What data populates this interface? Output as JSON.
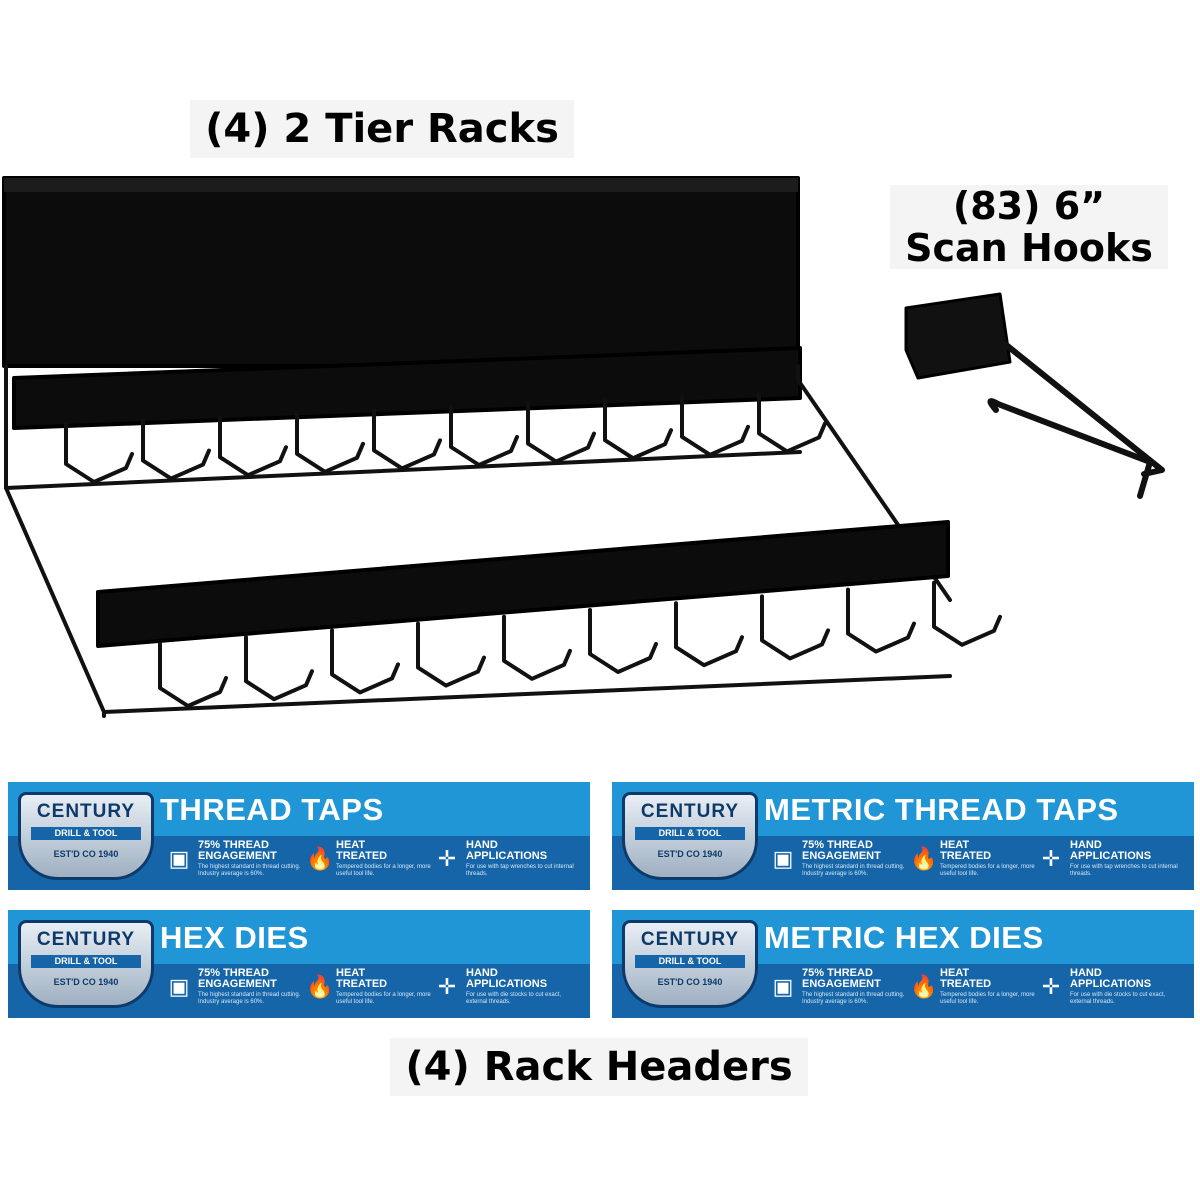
{
  "captions": {
    "racks": "(4) 2 Tier Racks",
    "hooks_line1": "(83) 6”",
    "hooks_line2": "Scan Hooks",
    "headers": "(4) Rack Headers"
  },
  "colors": {
    "rack": "#111111",
    "banner_top": "#2196d6",
    "banner_band": "#1565a8",
    "text_on_banner": "#ffffff"
  },
  "banners": [
    {
      "title": "THREAD TAPS",
      "brand": "CENTURY",
      "brand_sub": "DRILL & TOOL",
      "est": "EST'D  CO  1940",
      "features": [
        {
          "icon": "thread-icon",
          "title_1": "75% THREAD",
          "title_2": "ENGAGEMENT",
          "desc": "The highest standard in thread cutting. Industry average is 60%."
        },
        {
          "icon": "flame-icon",
          "title_1": "HEAT",
          "title_2": "TREATED",
          "desc": "Tempered bodies for a longer, more useful tool life."
        },
        {
          "icon": "tap-wrench-icon",
          "title_1": "HAND",
          "title_2": "APPLICATIONS",
          "desc": "For use with tap wrenches to cut internal threads."
        }
      ]
    },
    {
      "title": "METRIC THREAD TAPS",
      "brand": "CENTURY",
      "brand_sub": "DRILL & TOOL",
      "est": "EST'D  CO  1940",
      "features": [
        {
          "icon": "thread-icon",
          "title_1": "75% THREAD",
          "title_2": "ENGAGEMENT",
          "desc": "The highest standard in thread cutting. Industry average is 60%."
        },
        {
          "icon": "flame-icon",
          "title_1": "HEAT",
          "title_2": "TREATED",
          "desc": "Tempered bodies for a longer, more useful tool life."
        },
        {
          "icon": "tap-wrench-icon",
          "title_1": "HAND",
          "title_2": "APPLICATIONS",
          "desc": "For use with tap wrenches to cut internal threads."
        }
      ]
    },
    {
      "title": "HEX DIES",
      "brand": "CENTURY",
      "brand_sub": "DRILL & TOOL",
      "est": "EST'D  CO  1940",
      "features": [
        {
          "icon": "thread-icon",
          "title_1": "75% THREAD",
          "title_2": "ENGAGEMENT",
          "desc": "The highest standard in thread cutting. Industry average is 60%."
        },
        {
          "icon": "flame-icon",
          "title_1": "HEAT",
          "title_2": "TREATED",
          "desc": "Tempered bodies for a longer, more useful tool life."
        },
        {
          "icon": "die-stock-icon",
          "title_1": "HAND",
          "title_2": "APPLICATIONS",
          "desc": "For use with die stocks to cut exact, external threads."
        }
      ]
    },
    {
      "title": "METRIC HEX DIES",
      "brand": "CENTURY",
      "brand_sub": "DRILL & TOOL",
      "est": "EST'D  CO  1940",
      "features": [
        {
          "icon": "thread-icon",
          "title_1": "75% THREAD",
          "title_2": "ENGAGEMENT",
          "desc": "The highest standard in thread cutting. Industry average is 60%."
        },
        {
          "icon": "flame-icon",
          "title_1": "HEAT",
          "title_2": "TREATED",
          "desc": "Tempered bodies for a longer, more useful tool life."
        },
        {
          "icon": "die-stock-icon",
          "title_1": "HAND",
          "title_2": "APPLICATIONS",
          "desc": "For use with die stocks to cut exact, external threads."
        }
      ]
    }
  ]
}
